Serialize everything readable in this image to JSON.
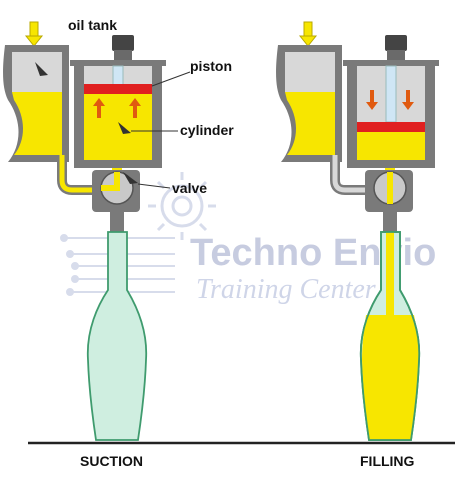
{
  "labels": {
    "oil_tank": "oil tank",
    "piston": "piston",
    "cylinder": "cylinder",
    "valve": "valve"
  },
  "captions": {
    "left": "SUCTION",
    "right": "FILLING"
  },
  "watermark": {
    "line1": "Techno Envio",
    "line2": "Training Center"
  },
  "colors": {
    "oil": "#f7e600",
    "metal": "#7a7a7a",
    "metal_light": "#c9c9c9",
    "piston": "#e02020",
    "arrow": "#e05a10",
    "bottle": "#cfeee0",
    "bottle_stroke": "#3f9b6e",
    "ground": "#222222"
  }
}
